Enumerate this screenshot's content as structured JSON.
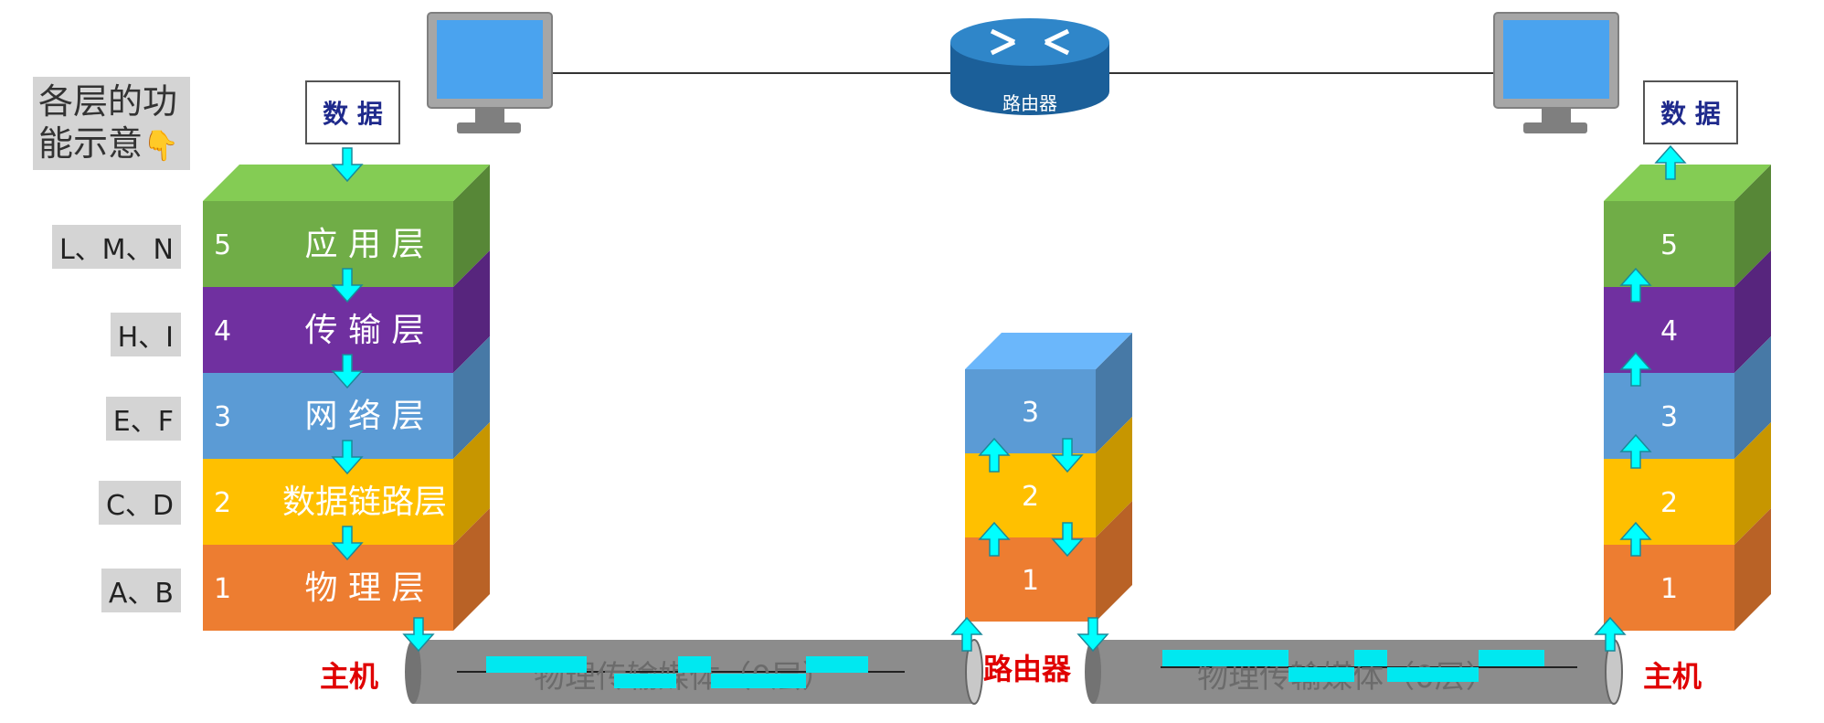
{
  "legend": {
    "line1": "各层的功",
    "line2": "能示意"
  },
  "side_labels": [
    "L、M、N",
    "H、I",
    "E、F",
    "C、D",
    "A、B"
  ],
  "data_label": "数 据",
  "router_icon_label": "路由器",
  "left_stack": [
    {
      "num": "5",
      "name": "应 用 层",
      "color": "#70ad47"
    },
    {
      "num": "4",
      "name": "传 输 层",
      "color": "#7030a0"
    },
    {
      "num": "3",
      "name": "网 络 层",
      "color": "#5b9bd5"
    },
    {
      "num": "2",
      "name": "数据链路层",
      "color": "#ffc000"
    },
    {
      "num": "1",
      "name": "物 理 层",
      "color": "#ed7d31"
    }
  ],
  "router_stack": [
    "3",
    "2",
    "1"
  ],
  "right_stack": [
    "5",
    "4",
    "3",
    "2",
    "1"
  ],
  "host_left": "主机",
  "host_right": "主机",
  "router_label": "路由器",
  "medium_text": "物理传输媒体（0层）",
  "colors": {
    "arrow": "#00ffff",
    "label_red": "#e00000",
    "pipe": "#8c8c8c"
  }
}
